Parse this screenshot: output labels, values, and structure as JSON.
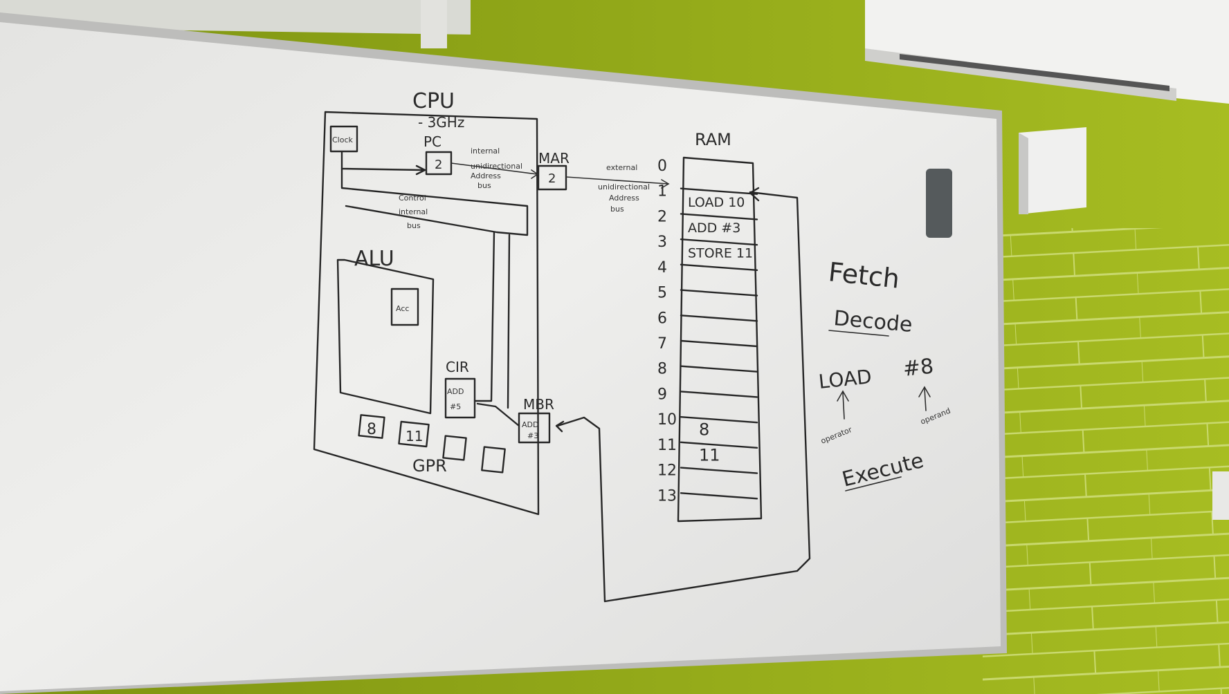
{
  "cpu": {
    "title": "CPU",
    "speed": "- 3GHz",
    "clock": "Clock",
    "pc_label": "PC",
    "pc_value": "2",
    "mar_label": "MAR",
    "mar_value": "2",
    "alu_label": "ALU",
    "acc_label": "Acc",
    "cir_label": "CIR",
    "cir_value_1": "ADD",
    "cir_value_2": "#5",
    "mbr_label": "MBR",
    "mbr_value_1": "ADD",
    "mbr_value_2": "#3",
    "gpr_label": "GPR",
    "gpr_values": [
      "8",
      "11",
      "",
      ""
    ],
    "internal_address_bus": [
      "internal",
      "unidirectional",
      "Address",
      "bus"
    ],
    "control_bus": [
      "Control",
      "internal",
      "bus"
    ],
    "external_address_bus": [
      "external",
      "unidirectional",
      "Address",
      "bus"
    ]
  },
  "ram": {
    "title": "RAM",
    "addresses": [
      "0",
      "1",
      "2",
      "3",
      "4",
      "5",
      "6",
      "7",
      "8",
      "9",
      "10",
      "11",
      "12",
      "13"
    ],
    "cells": [
      "",
      "LOAD 10",
      "ADD #3",
      "STORE 11",
      "",
      "",
      "",
      "",
      "",
      "",
      "8",
      "11",
      "",
      ""
    ]
  },
  "cycle": {
    "fetch": "Fetch",
    "decode": "Decode",
    "execute": "Execute",
    "operator_word": "LOAD",
    "operand_word": "#8",
    "operator_label": "operator",
    "operand_label": "operand"
  },
  "colors": {
    "wall": "#8fa61a",
    "board": "#ecebea",
    "ink": "#262626"
  }
}
